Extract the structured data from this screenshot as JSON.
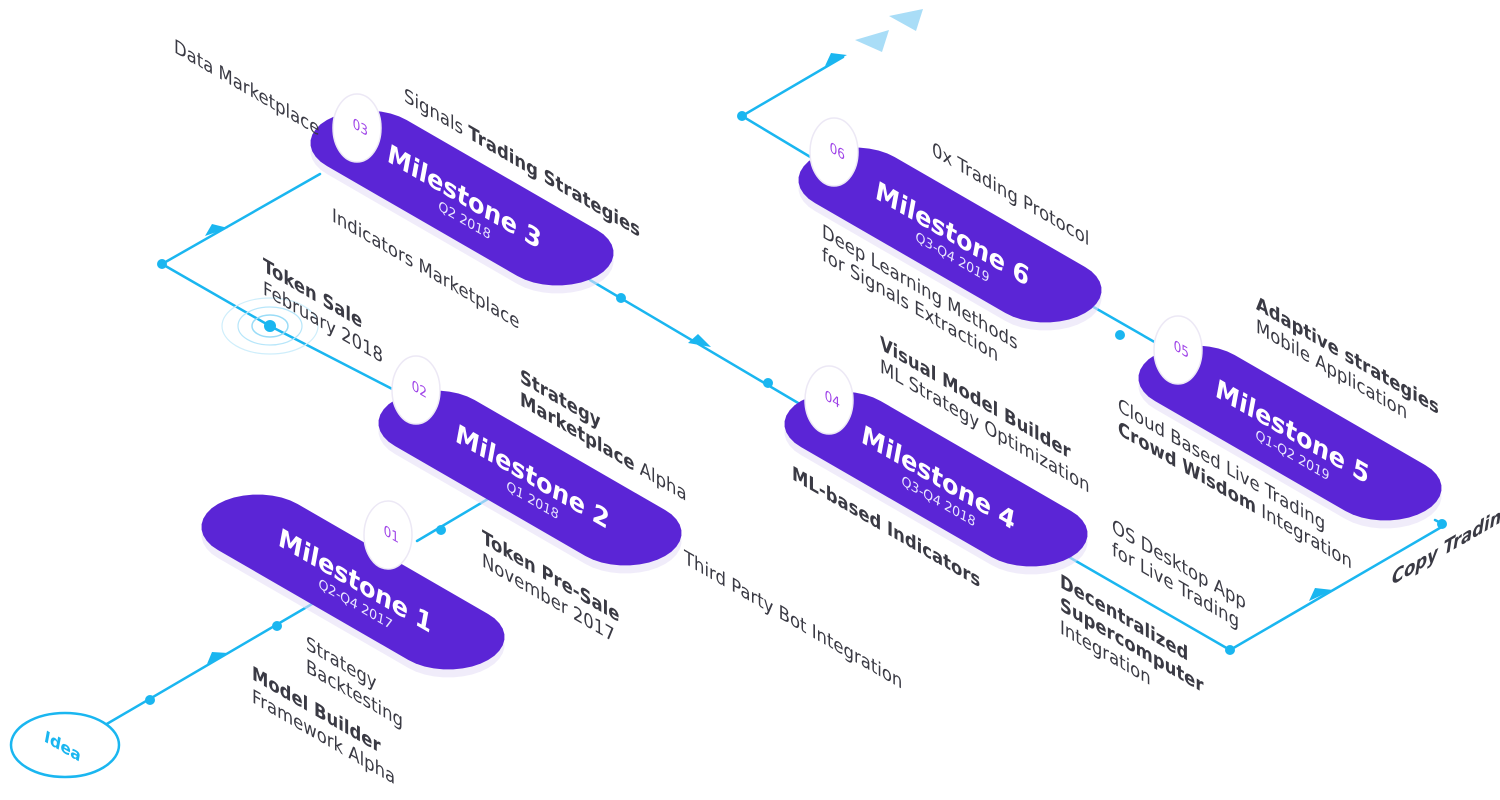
{
  "idea_label": "Idea",
  "milestones": [
    {
      "num": "01",
      "title": "Milestone 1",
      "date": "Q2-Q4 2017"
    },
    {
      "num": "02",
      "title": "Milestone 2",
      "date": "Q1 2018"
    },
    {
      "num": "03",
      "title": "Milestone 3",
      "date": "Q2 2018"
    },
    {
      "num": "04",
      "title": "Milestone 4",
      "date": "Q3-Q4 2018"
    },
    {
      "num": "05",
      "title": "Milestone 5",
      "date": "Q1-Q2 2019"
    },
    {
      "num": "06",
      "title": "Milestone 6",
      "date": "Q3-Q4 2019"
    }
  ],
  "features": {
    "model_builder": {
      "bold": "Model Builder",
      "normal": "Framework Alpha"
    },
    "strategy_backtesting": {
      "line1": "Strategy",
      "line2": "Backtesting"
    },
    "token_presale": {
      "bold": "Token Pre-Sale",
      "normal": "November 2017"
    },
    "strategy_marketplace": {
      "bold1": "Strategy",
      "bold2": "Marketplace",
      "normal": " Alpha"
    },
    "token_sale": {
      "bold": "Token Sale",
      "normal": "February 2018"
    },
    "data_marketplace": "Data Marketplace",
    "signals": {
      "normal": "Signals ",
      "bold": "Trading Strategies"
    },
    "indicators_marketplace": "Indicators Marketplace",
    "third_party": "Third Party Bot Integration",
    "visual_model_builder": {
      "bold": "Visual Model Builder",
      "normal": "ML Strategy Optimization"
    },
    "ml_indicators": "ML-based Indicators",
    "decentralized": {
      "bold1": "Decentralized",
      "bold2": "Supercomputer",
      "normal": "Integration"
    },
    "os_desktop": {
      "line1": "OS Desktop App",
      "line2": "for Live Trading"
    },
    "zerox": "0x Trading Protocol",
    "deep_learning": {
      "line1": "Deep Learning Methods",
      "line2": "for Signals Extraction"
    },
    "adaptive": {
      "bold": "Adaptive strategies",
      "normal": "Mobile Application"
    },
    "cloud_live": "Cloud Based Live Trading",
    "crowd_wisdom": {
      "bold": "Crowd Wisdom",
      "normal": " Integration"
    },
    "copy_trading": "Copy Trading"
  },
  "colors": {
    "accent_line": "#1ab6f0",
    "pill": "#5b25d6",
    "badge_text": "#a046e8",
    "arrow_light": "#a9ddf7"
  }
}
